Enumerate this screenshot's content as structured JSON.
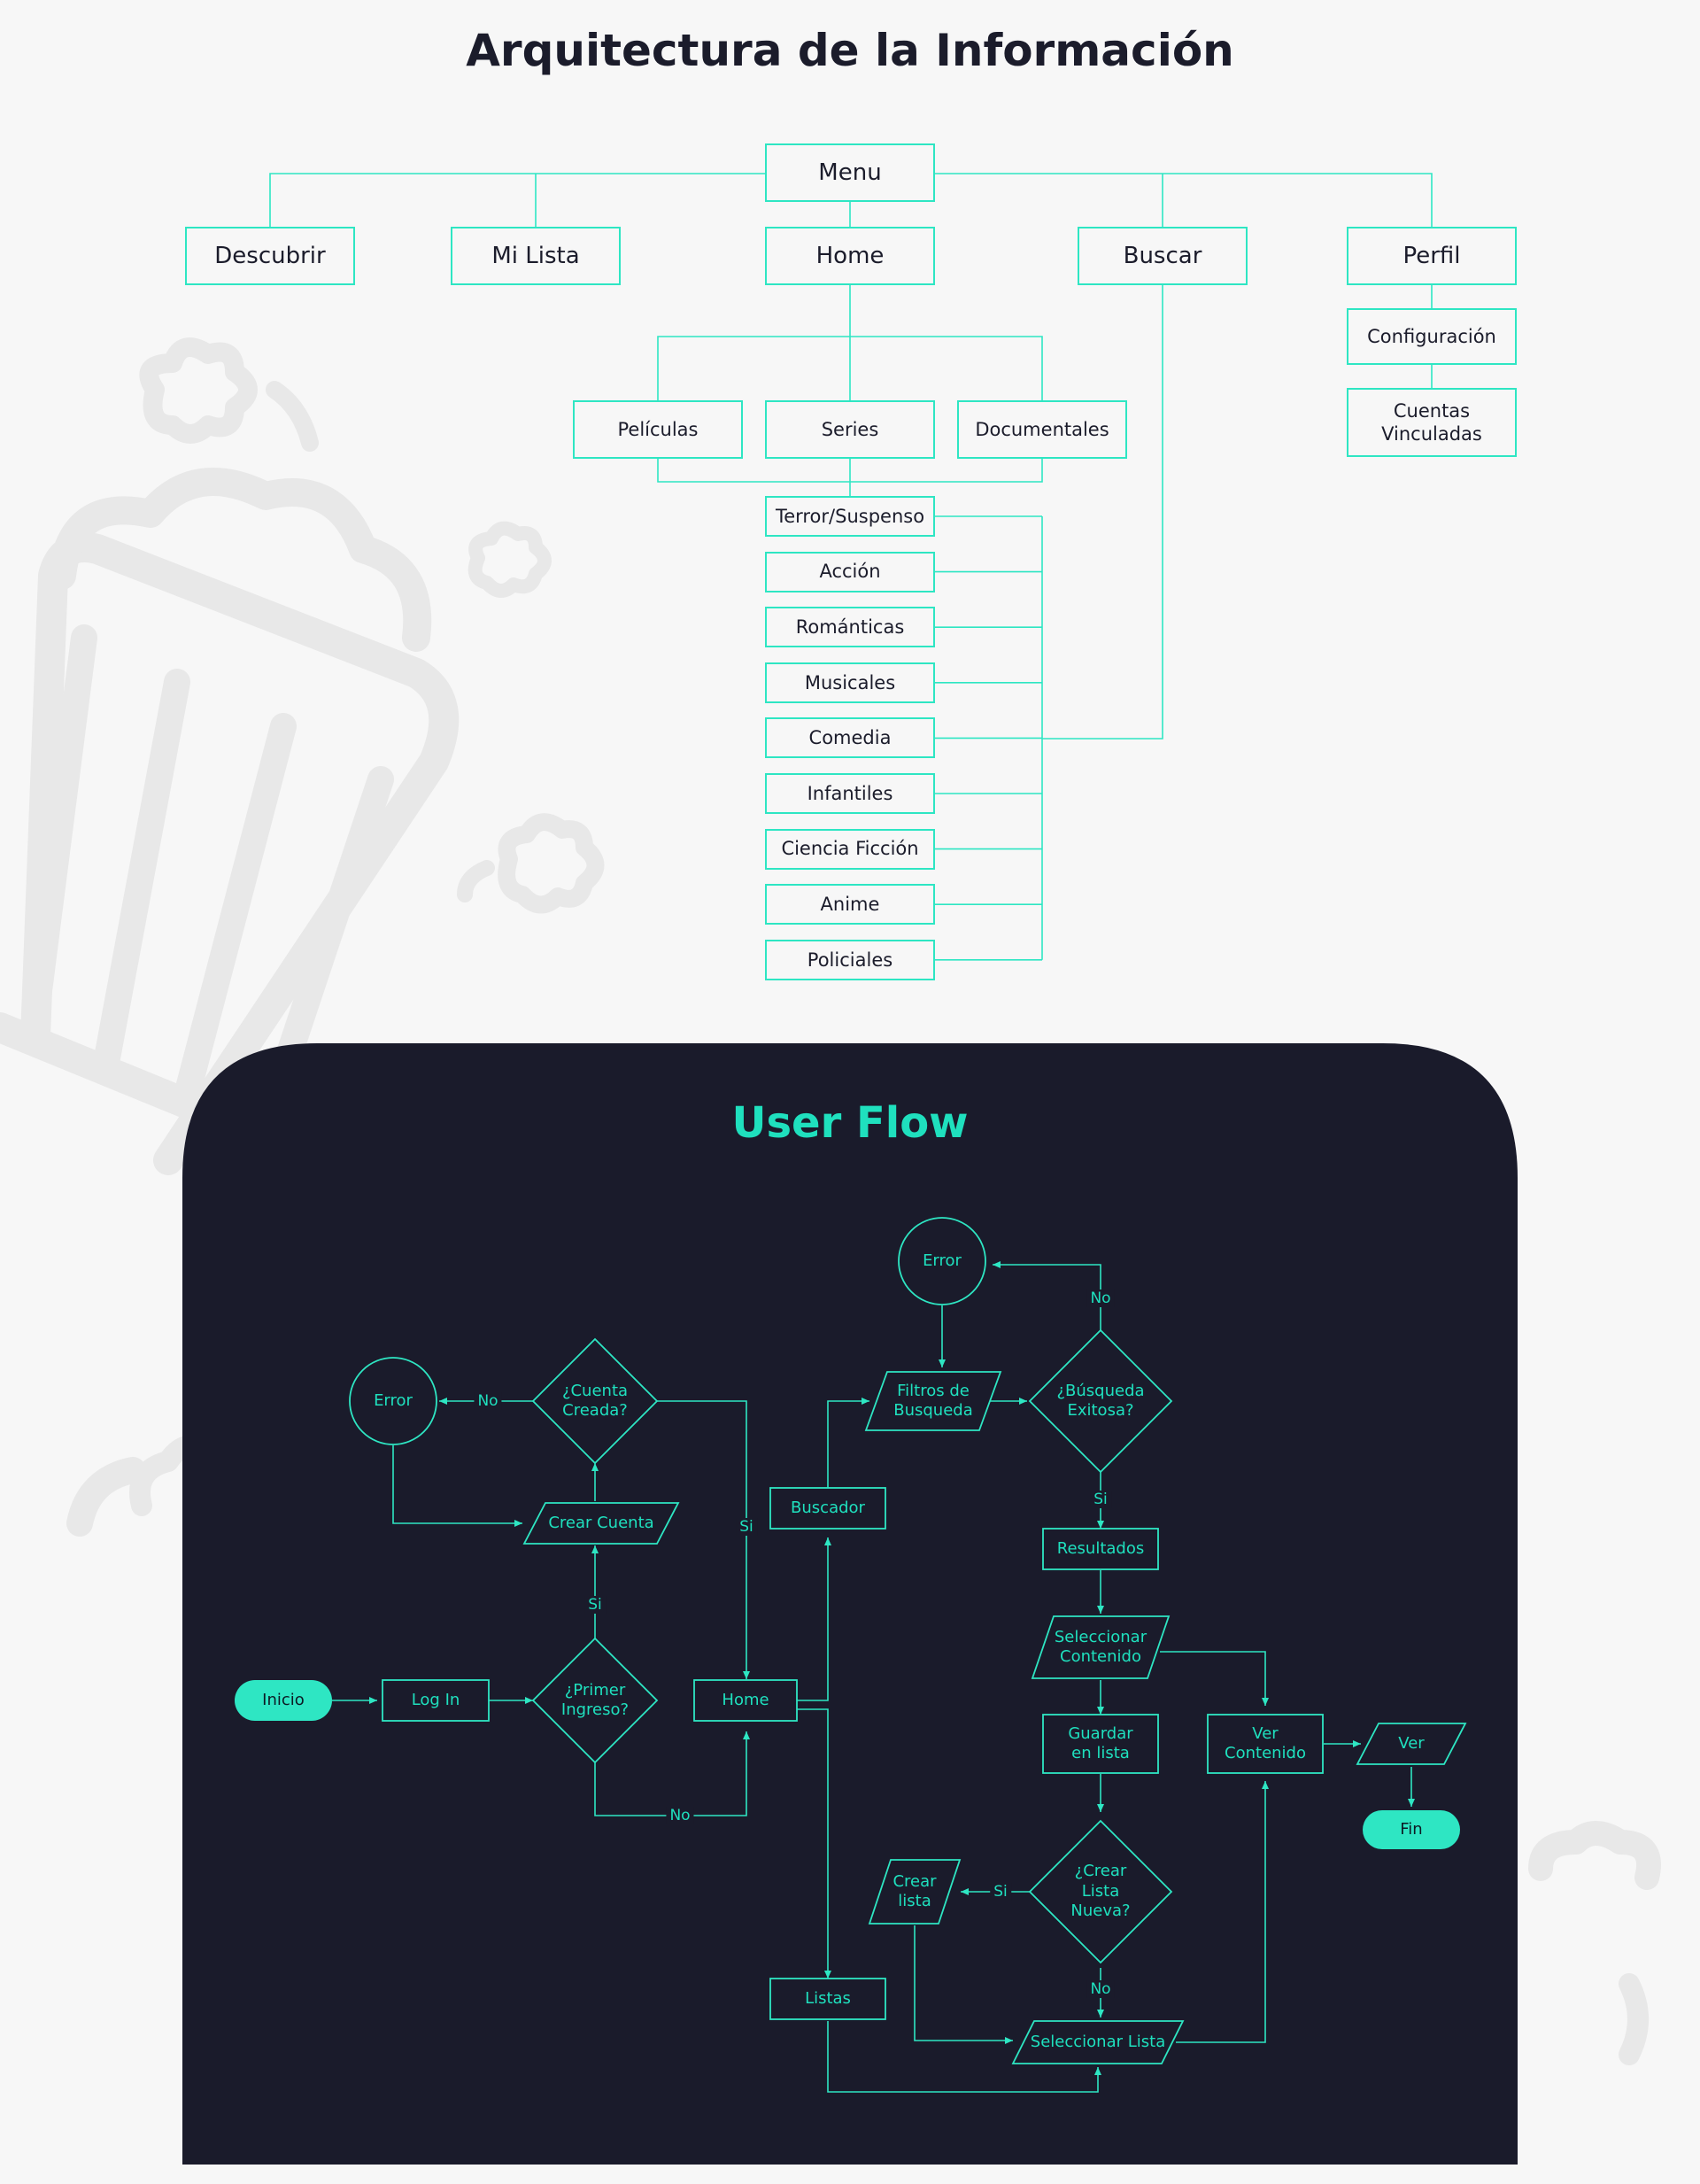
{
  "colors": {
    "accent": "#2ee6c3",
    "dark_panel": "#1a1b2b",
    "background": "#f7f7f7",
    "title": "#1b1c2b",
    "mascot": "#e8e8e8"
  },
  "ia": {
    "title": "Arquitectura de la Información",
    "menu": "Menu",
    "top": [
      "Descubrir",
      "Mi Lista",
      "Home",
      "Buscar",
      "Perfil"
    ],
    "profile": [
      "Configuración",
      "Cuentas\nVinculadas"
    ],
    "home": [
      "Películas",
      "Series",
      "Documentales"
    ],
    "genres": [
      "Terror/Suspenso",
      "Acción",
      "Románticas",
      "Musicales",
      "Comedia",
      "Infantiles",
      "Ciencia Ficción",
      "Anime",
      "Policiales"
    ]
  },
  "flow": {
    "title": "User Flow",
    "nodes": {
      "inicio": "Inicio",
      "login": "Log In",
      "primer": "¿Primer\nIngreso?",
      "crear_cuenta": "Crear Cuenta",
      "cuenta_creada": "¿Cuenta\nCreada?",
      "error1": "Error",
      "home": "Home",
      "buscador": "Buscador",
      "filtros": "Filtros de\nBusqueda",
      "busqueda": "¿Búsqueda\nExitosa?",
      "error2": "Error",
      "resultados": "Resultados",
      "seleccionar": "Seleccionar\nContenido",
      "guardar": "Guardar\nen lista",
      "ver_contenido": "Ver\nContenido",
      "ver": "Ver",
      "fin": "Fin",
      "crear_lista_q": "¿Crear\nLista\nNueva?",
      "crear_lista": "Crear\nlista",
      "listas": "Listas",
      "sel_lista": "Seleccionar Lista"
    },
    "labels": {
      "no_cuenta": "No",
      "si_home": "Si",
      "si_primer": "Si",
      "no_primer": "No",
      "no_busqueda": "No",
      "si_busqueda": "Si",
      "si_crear": "Si",
      "no_crear": "No"
    }
  }
}
